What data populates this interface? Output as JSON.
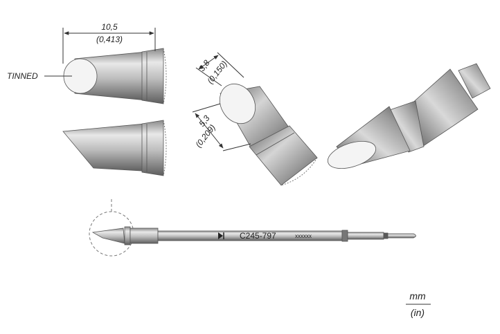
{
  "labels": {
    "tinned": "TINNED",
    "part_number": "C245-797",
    "serial": "xxxxxx",
    "unit_top": "mm",
    "unit_bottom": "(in)"
  },
  "dimensions": {
    "length": {
      "mm": "10,5",
      "in": "(0,413)"
    },
    "face_width": {
      "mm": "3,8",
      "in": "(0,150)"
    },
    "body_width": {
      "mm": "5,3",
      "in": "(0,209)"
    }
  },
  "colors": {
    "metal_light": "#ececec",
    "metal_mid": "#b9b9b9",
    "metal_dark": "#6f6f6f",
    "tinned_face": "#f4f4f4",
    "outline": "#555555"
  }
}
